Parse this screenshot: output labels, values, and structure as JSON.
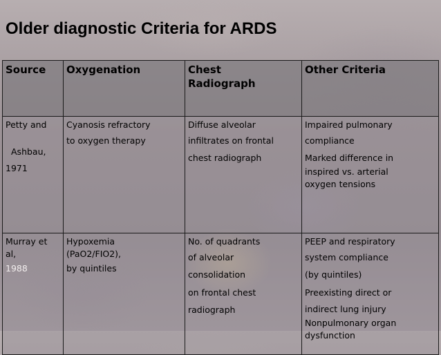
{
  "title": "Older diagnostic Criteria for ARDS",
  "table": {
    "headers": [
      "Source",
      "Oxygenation",
      "Chest Radiograph",
      "Other Criteria"
    ],
    "header_lines": {
      "chest": [
        "Chest",
        "Radiograph"
      ]
    },
    "rows": [
      {
        "source": [
          "Petty and",
          "Ashbau,",
          "1971"
        ],
        "oxygenation": [
          "Cyanosis refractory",
          "to oxygen therapy"
        ],
        "chest": [
          "Diffuse alveolar",
          "infiltrates on frontal",
          "chest radiograph"
        ],
        "other": [
          "Impaired pulmonary",
          "compliance",
          "Marked difference in",
          "inspired vs. arterial",
          "oxygen tensions"
        ]
      },
      {
        "source": [
          "Murray et",
          "al,",
          "1988"
        ],
        "oxygenation": [
          "Hypoxemia",
          "(PaO2/FIO2),",
          "by quintiles"
        ],
        "chest": [
          "No. of quadrants",
          "of alveolar",
          "consolidation",
          "on frontal chest",
          "radiograph"
        ],
        "other": [
          "PEEP and respiratory",
          "system compliance",
          "(by quintiles)",
          "Preexisting direct or",
          "indirect lung injury",
          "Nonpulmonary organ",
          "dysfunction"
        ]
      }
    ]
  }
}
